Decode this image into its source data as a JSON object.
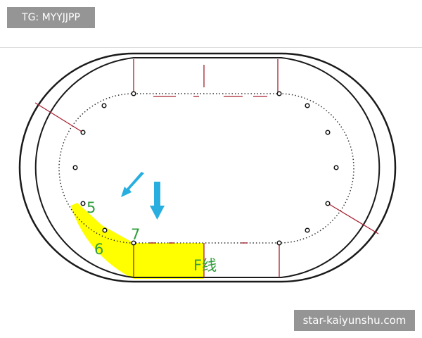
{
  "watermarks": {
    "top": "TG: MYYJJPP",
    "bottom": "star-kaiyunshu.com"
  },
  "track": {
    "position_labels": [
      "5",
      "6",
      "7"
    ],
    "line_label": "F线"
  },
  "colors": {
    "track_outline": "#1a1a1a",
    "lane_marks": "#a82030",
    "zone_fill": "#ffff00",
    "labels": "#2e9e3a",
    "arrows": "#29aee0",
    "watermark_bg": "#828282"
  },
  "icons": [
    "arrow-down-left-icon",
    "arrow-down-icon"
  ]
}
